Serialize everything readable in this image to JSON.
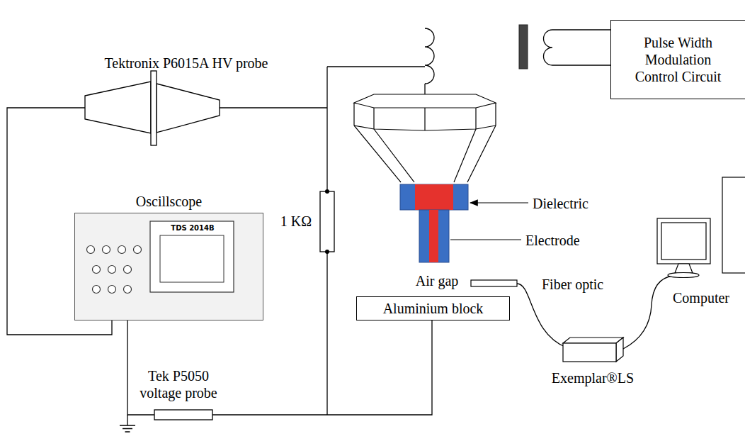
{
  "diagram": {
    "nodes": [
      {
        "text": [
          "Pulse Width Modulation Control Circuit"
        ]
      },
      {
        "text": [
          "Oscillscope",
          "TDS 2014B"
        ]
      },
      {
        "text": [
          "Aluminium block"
        ]
      }
    ],
    "labels": [
      "Tektronix P6015A HV probe",
      "1 KΩ",
      "Dielectric",
      "Electrode",
      "Air gap",
      "Fiber optic",
      "Exemplar®LS",
      "Computer",
      "Tek P5050 voltage probe"
    ]
  }
}
